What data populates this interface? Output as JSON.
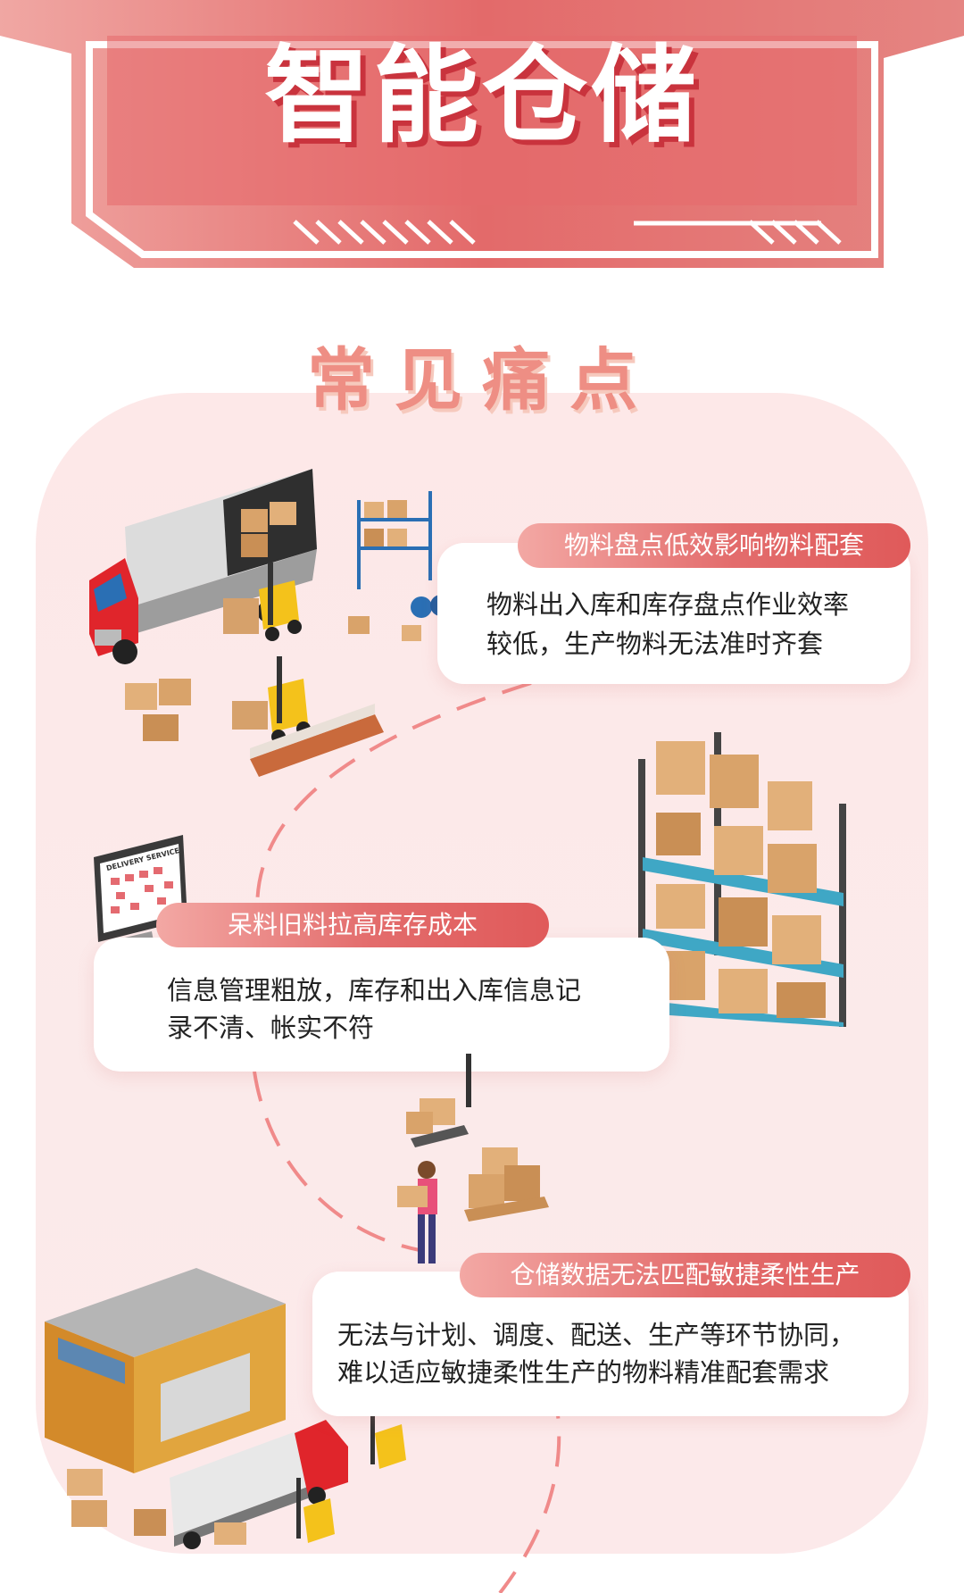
{
  "header": {
    "title": "智能仓储"
  },
  "section": {
    "title": "常见痛点"
  },
  "pain_points": [
    {
      "tag": "物料盘点低效影响物料配套",
      "line1": "物料出入库和库存盘点作业效率",
      "line2": "较低，生产物料无法准时齐套"
    },
    {
      "tag": "呆料旧料拉高库存成本",
      "line1": "信息管理粗放，库存和出入库信息记",
      "line2": "录不清、帐实不符"
    },
    {
      "tag": "仓储数据无法匹配敏捷柔性生产",
      "line1": "无法与计划、调度、配送、生产等环节协同，",
      "line2": "难以适应敏捷柔性生产的物料精准配套需求"
    }
  ],
  "monitor": {
    "label": "DELIVERY SERVICE"
  },
  "colors": {
    "accent": "#e05a5a",
    "panel": "#fcebec"
  }
}
